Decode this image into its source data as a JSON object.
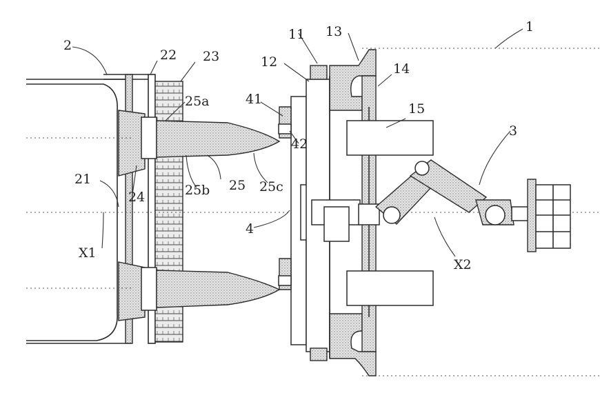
{
  "labels": {
    "l1": "1",
    "l2": "2",
    "l3": "3",
    "l4": "4",
    "l11": "11",
    "l12": "12",
    "l13": "13",
    "l14": "14",
    "l15": "15",
    "l21": "21",
    "l22": "22",
    "l23": "23",
    "l24": "24",
    "l25": "25",
    "l25a": "25a",
    "l25b": "25b",
    "l25c": "25c",
    "l41": "41",
    "l42": "42",
    "lX1": "X1",
    "lX2": "X2"
  }
}
